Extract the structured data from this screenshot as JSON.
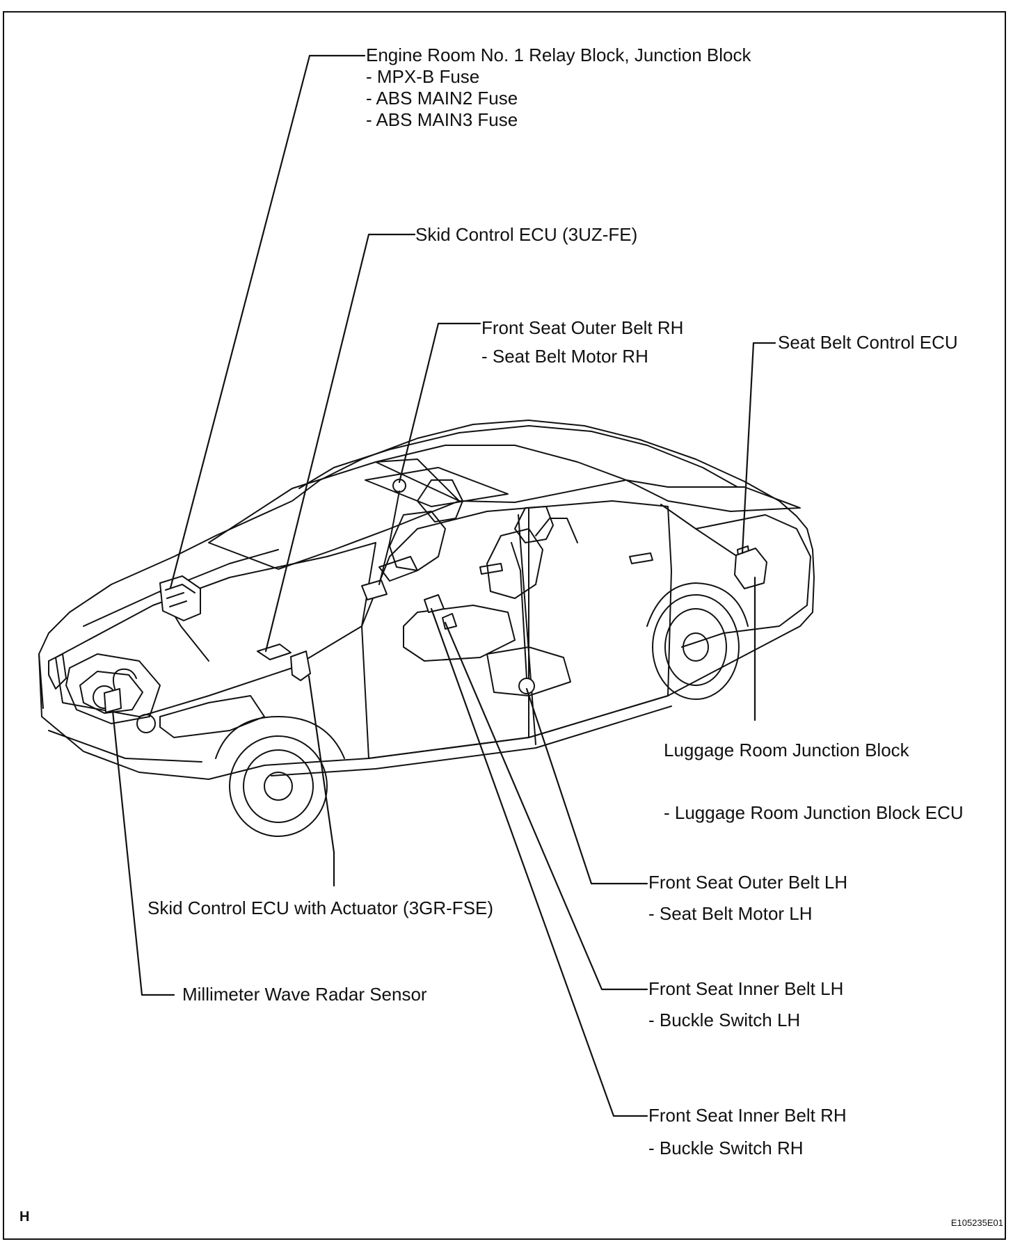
{
  "labels": {
    "engine_room": {
      "title": "Engine Room No. 1 Relay Block, Junction Block",
      "items": [
        "- MPX-B Fuse",
        "- ABS MAIN2 Fuse",
        "- ABS MAIN3 Fuse"
      ]
    },
    "skid_control_3uz": {
      "title": "Skid Control ECU (3UZ-FE)"
    },
    "front_outer_rh": {
      "title": "Front Seat Outer Belt RH",
      "sub": "- Seat Belt Motor RH"
    },
    "seat_belt_ecu": {
      "title": "Seat Belt Control ECU"
    },
    "luggage_room": {
      "title": "Luggage Room Junction Block",
      "sub": "- Luggage Room Junction Block ECU"
    },
    "front_outer_lh": {
      "title": "Front Seat Outer Belt LH",
      "sub": "- Seat Belt Motor LH"
    },
    "skid_control_3gr": {
      "title": "Skid Control ECU with Actuator (3GR-FSE)"
    },
    "front_inner_lh": {
      "title": "Front Seat Inner Belt LH",
      "sub": "- Buckle Switch LH"
    },
    "radar_sensor": {
      "title": "Millimeter Wave Radar Sensor"
    },
    "front_inner_rh": {
      "title": "Front Seat Inner Belt RH",
      "sub": "- Buckle Switch RH"
    }
  },
  "corner_mark": "H",
  "figure_id": "E105235E01"
}
